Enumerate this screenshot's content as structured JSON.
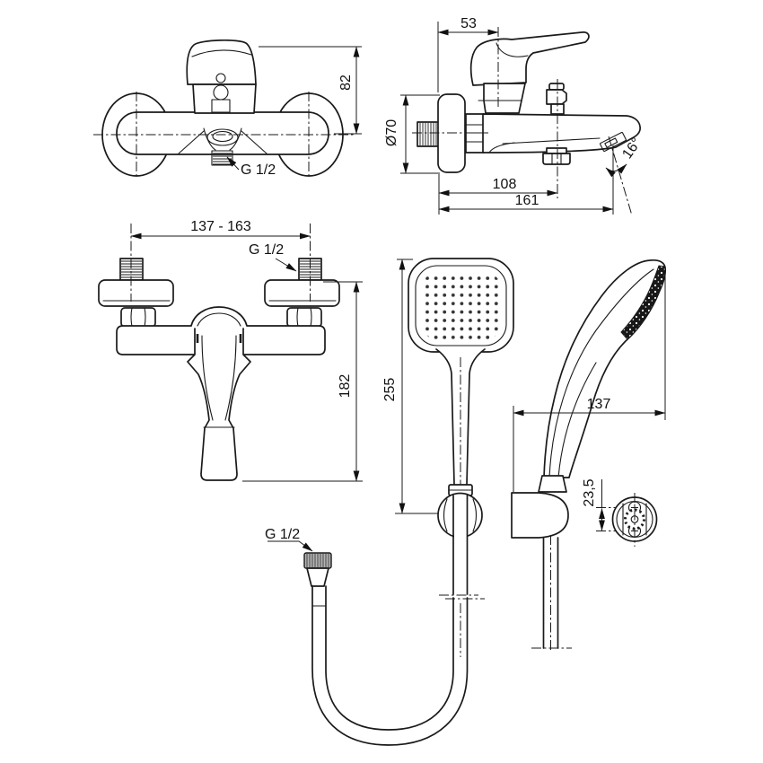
{
  "drawing": {
    "background": "#ffffff",
    "line_color": "#1a1a1a",
    "views": {
      "mixer_front": {
        "dims": {
          "height": "82",
          "outlet_thread": "G 1/2"
        }
      },
      "mixer_side": {
        "dims": {
          "handle_depth": "53",
          "flange_diameter": "Ø70",
          "outlet_offset": "108",
          "spout_reach": "161",
          "spout_angle": "16°"
        }
      },
      "mixer_connections": {
        "dims": {
          "hole_spacing": "137 - 163",
          "inlet_thread": "G 1/2",
          "overall_height": "182"
        }
      },
      "hand_shower_front": {
        "dims": {
          "length": "255"
        }
      },
      "hand_shower_side": {
        "dims": {
          "depth": "137"
        }
      },
      "wall_bracket_rear": {
        "dims": {
          "screw_spacing": "23,5"
        }
      },
      "hose": {
        "dims": {
          "thread": "G 1/2"
        }
      }
    }
  }
}
